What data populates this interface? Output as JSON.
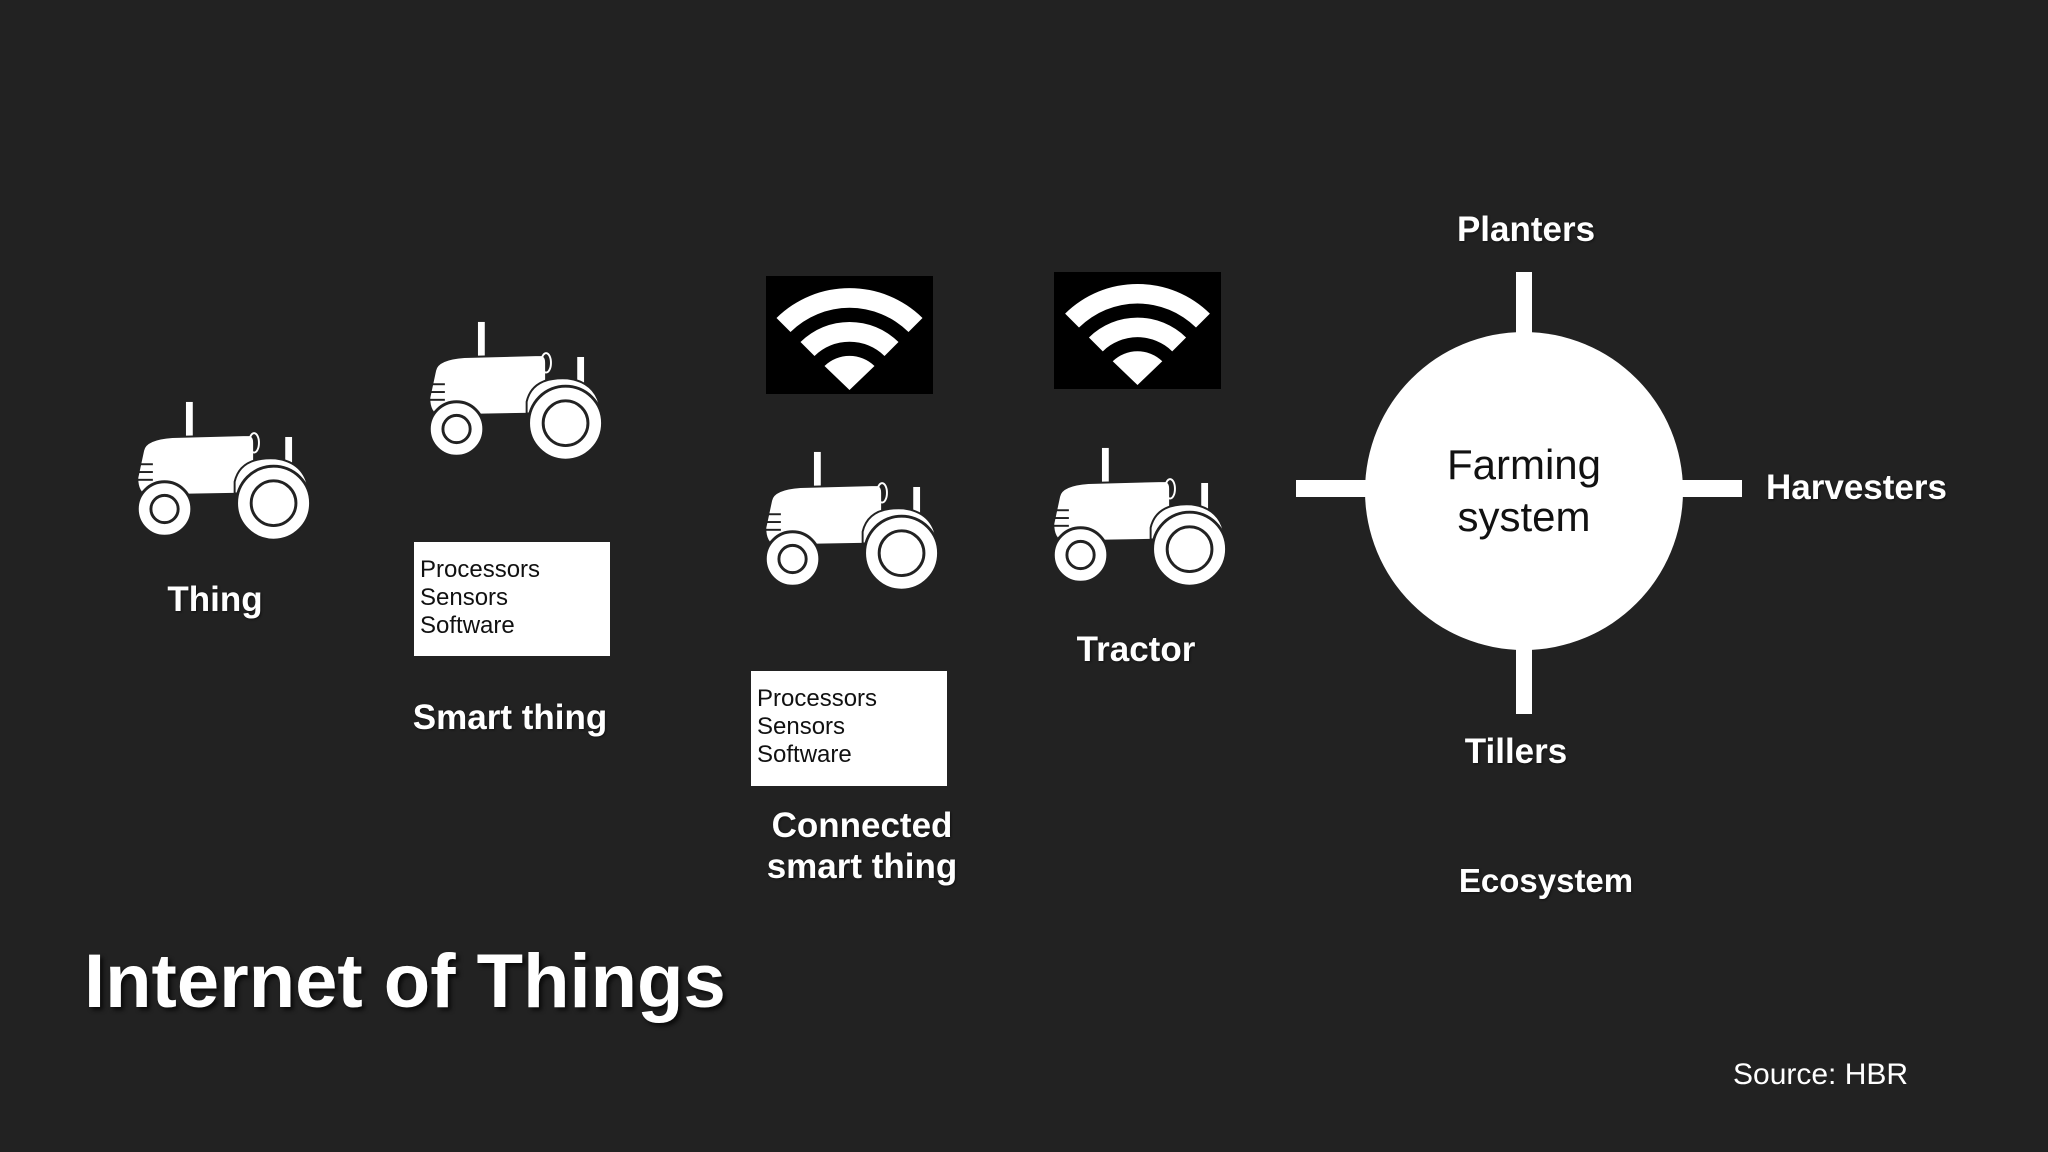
{
  "title": "Internet of Things",
  "source": "Source: HBR",
  "stages": {
    "thing": {
      "label": "Thing"
    },
    "smart_thing": {
      "label": "Smart thing",
      "components": [
        "Processors",
        "Sensors",
        "Software"
      ]
    },
    "connected_smart_thing": {
      "label_line1": "Connected",
      "label_line2": "smart thing",
      "components": [
        "Processors",
        "Sensors",
        "Software"
      ]
    },
    "tractor": {
      "label": "Tractor"
    },
    "ecosystem": {
      "label": "Ecosystem",
      "hub_line1": "Farming",
      "hub_line2": "system",
      "spokes": {
        "top": "Planters",
        "right": "Harvesters",
        "bottom": "Tillers"
      }
    }
  },
  "icons": {
    "tractor": "tractor-icon",
    "wifi": "wifi-icon"
  },
  "colors": {
    "background": "#222222",
    "foreground": "#ffffff",
    "wifi_box": "#000000"
  }
}
